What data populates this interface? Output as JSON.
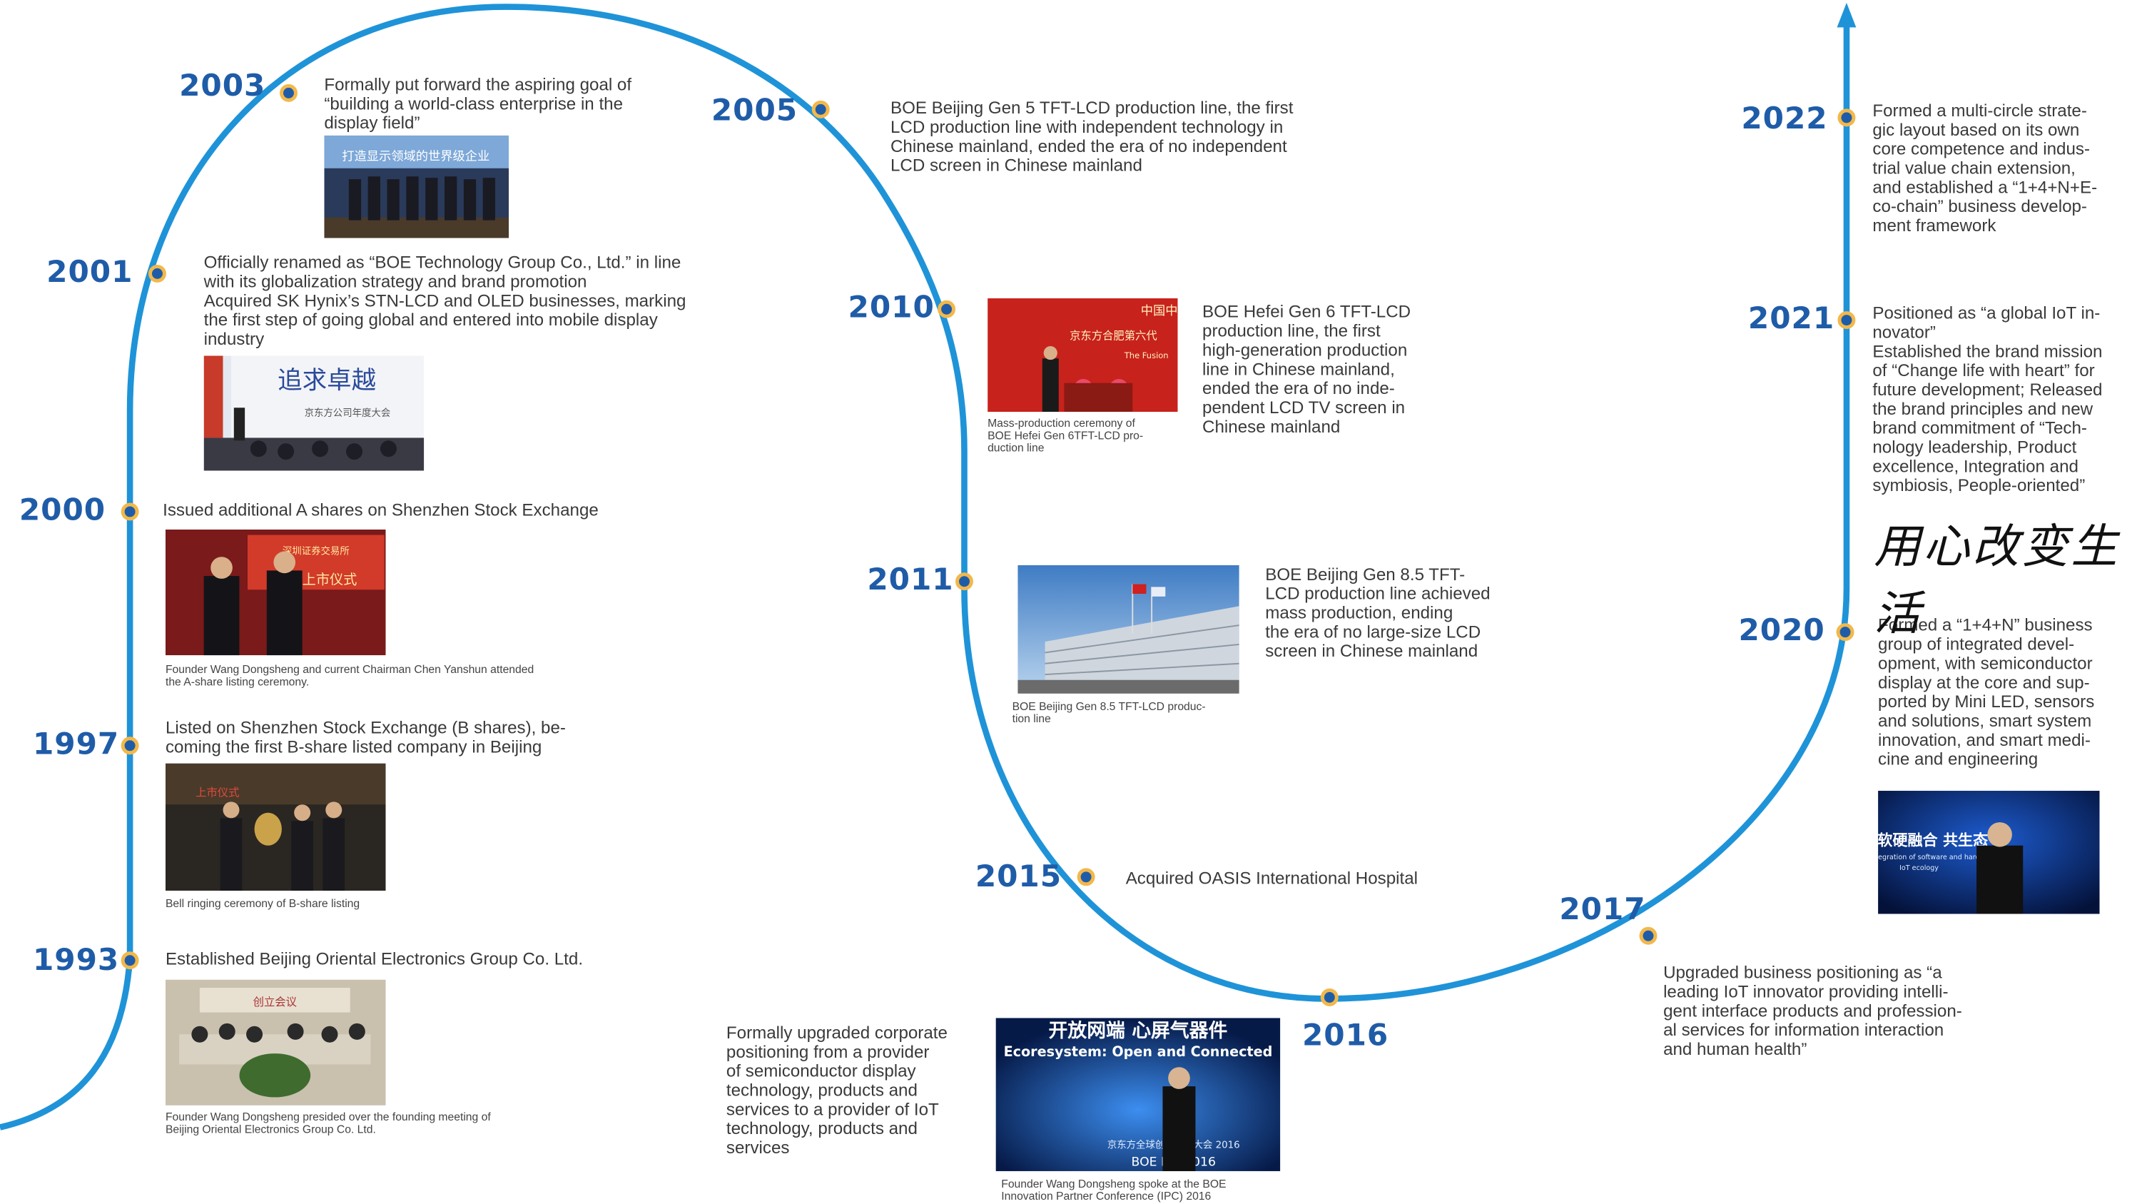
{
  "colors": {
    "path": "#1f93d8",
    "year": "#1f5ca8",
    "dot_fill": "#1f5ca8",
    "dot_ring": "#f2b84b",
    "text": "#3a3a3a"
  },
  "icons": {
    "arrow": "arrow-up-icon",
    "signature": "handwritten-signature"
  },
  "milestones": [
    {
      "year": "1993",
      "text": "Established Beijing Oriental Electronics Group Co. Ltd.",
      "caption": "Founder Wang Dongsheng presided over the founding meeting of\nBeijing Oriental Electronics Group Co. Ltd."
    },
    {
      "year": "1997",
      "text": "Listed on Shenzhen Stock Exchange (B shares), be-\ncoming the first B-share listed company in Beijing",
      "caption": "Bell ringing ceremony of B-share listing"
    },
    {
      "year": "2000",
      "text": "Issued additional A shares on Shenzhen Stock Exchange",
      "caption": "Founder Wang Dongsheng and current Chairman Chen Yanshun attended\nthe A-share listing ceremony."
    },
    {
      "year": "2001",
      "text": "Officially renamed as “BOE Technology Group Co., Ltd.” in line\nwith its globalization strategy and brand promotion\nAcquired SK Hynix’s STN-LCD and OLED businesses, marking\nthe first step of going global and entered into mobile display\nindustry",
      "caption": ""
    },
    {
      "year": "2003",
      "text": "Formally put forward the  aspiring goal of\n“building a world-class enterprise in the\ndisplay field”",
      "caption": ""
    },
    {
      "year": "2005",
      "text": "BOE Beijing Gen 5 TFT-LCD production line, the first\nLCD production line with independent technology in\nChinese mainland, ended the era of no independent\nLCD screen in Chinese mainland",
      "caption": ""
    },
    {
      "year": "2010",
      "text": "BOE Hefei Gen 6 TFT-LCD\nproduction line, the first\nhigh-generation production\nline in Chinese mainland,\nended the era of no inde-\npendent LCD TV screen in\nChinese mainland",
      "caption": "Mass-production ceremony of\nBOE Hefei Gen 6TFT-LCD pro-\nduction line"
    },
    {
      "year": "2011",
      "text": "BOE Beijing Gen 8.5 TFT-\nLCD production line achieved\nmass production, ending\nthe era of no large-size LCD\nscreen in Chinese mainland",
      "caption": "BOE Beijing Gen 8.5 TFT-LCD produc-\ntion line"
    },
    {
      "year": "2015",
      "text": "Acquired OASIS International Hospital",
      "caption": ""
    },
    {
      "year": "2016",
      "text": "Formally upgraded corporate\npositioning from a provider\nof semiconductor display\ntechnology, products and\nservices to a provider of IoT\ntechnology, products and\nservices",
      "caption": "Founder Wang Dongsheng spoke at the BOE\nInnovation Partner Conference (IPC) 2016"
    },
    {
      "year": "2017",
      "text": "Upgraded business positioning as “a\nleading IoT innovator providing intelli-\ngent interface products and profession-\nal services for information interaction\nand human health”",
      "caption": ""
    },
    {
      "year": "2020",
      "text": "Formed a “1+4+N” business\ngroup of integrated devel-\nopment, with semiconductor\ndisplay at the core and sup-\nported by Mini LED, sensors\nand solutions, smart system\ninnovation, and smart medi-\ncine and engineering",
      "caption": ""
    },
    {
      "year": "2021",
      "text": "Positioned as “a global IoT in-\nnovator”\nEstablished the brand mission\nof “Change life with heart” for\nfuture development; Released\nthe brand principles and new\nbrand commitment of “Tech-\nnology leadership, Product\nexcellence, Integration and\nsymbiosis, People-oriented”",
      "caption": "",
      "signature": "用心改变生活"
    },
    {
      "year": "2022",
      "text": "Formed a multi-circle strate-\ngic layout based on its own\ncore competence and indus-\ntrial value chain extension,\nand established a “1+4+N+E-\nco-chain” business develop-\nment framework",
      "caption": ""
    }
  ],
  "photo_text": {
    "p2003": "打造显示领域的世界级企业",
    "p2001": "追求卓越",
    "p2001_sub": "京东方公司年度大会",
    "p2010_a": "中国中",
    "p2010_b": "京东方合肥第六代",
    "p2010_c": "The Fusion",
    "p2000_a": "深圳证券交易所",
    "p2000_b": "上市仪式",
    "p1997": "上市仪式",
    "p1993": "创立会议",
    "p2016_a": "开放网端 心屏气器件",
    "p2016_b": "Ecoresystem: Open and Connected",
    "p2016_c": "京东方全球创新伙伴大会 2016",
    "p2016_d": "BOE IPC·2016",
    "p2020_a": "软硬融合 共生态",
    "p2020_b": "Integration of software and hardware",
    "p2020_c": "IoT ecology"
  }
}
